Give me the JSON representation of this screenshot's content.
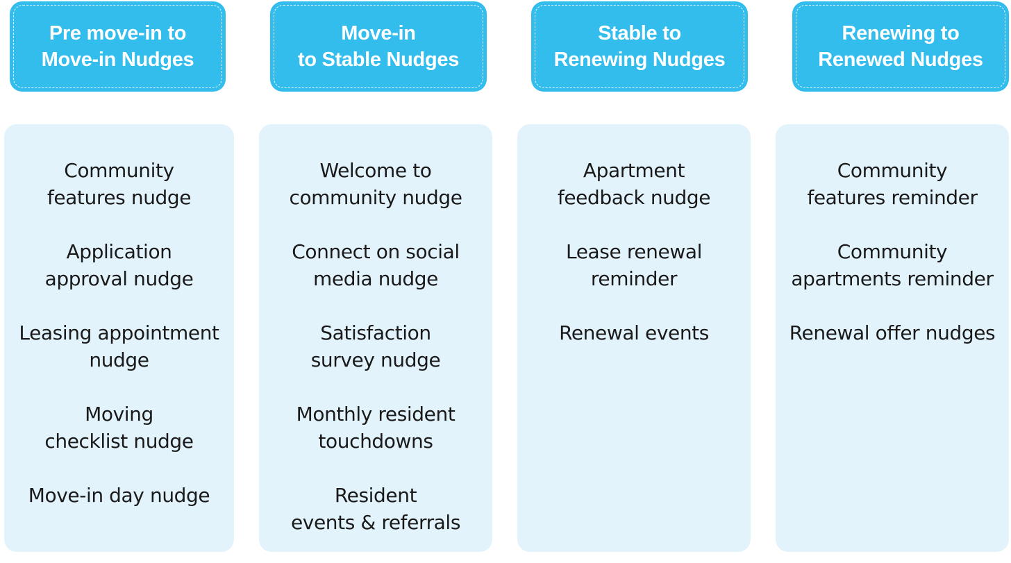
{
  "columns": [
    {
      "title_lines": [
        "Pre move-in to",
        "Move-in Nudges"
      ],
      "items": [
        [
          "Community",
          "features nudge"
        ],
        [
          "Application",
          "approval nudge"
        ],
        [
          "Leasing appointment",
          "nudge"
        ],
        [
          "Moving",
          "checklist nudge"
        ],
        [
          "Move-in day nudge"
        ]
      ]
    },
    {
      "title_lines": [
        "Move-in",
        "to Stable Nudges"
      ],
      "items": [
        [
          "Welcome to",
          "community nudge"
        ],
        [
          "Connect on social",
          "media nudge"
        ],
        [
          "Satisfaction",
          "survey nudge"
        ],
        [
          "Monthly resident",
          "touchdowns"
        ],
        [
          "Resident",
          "events & referrals"
        ]
      ]
    },
    {
      "title_lines": [
        "Stable to",
        "Renewing Nudges"
      ],
      "items": [
        [
          "Apartment",
          "feedback nudge"
        ],
        [
          "Lease renewal",
          "reminder"
        ],
        [
          "Renewal events"
        ]
      ]
    },
    {
      "title_lines": [
        "Renewing to",
        "Renewed Nudges"
      ],
      "items": [
        [
          "Community",
          "features reminder"
        ],
        [
          "Community",
          "apartments reminder"
        ],
        [
          "Renewal offer nudges"
        ]
      ]
    }
  ],
  "colors": {
    "header_bg": "#33bdec",
    "card_bg": "#e2f3fc",
    "text": "#1a1a1a",
    "header_text": "#ffffff"
  }
}
